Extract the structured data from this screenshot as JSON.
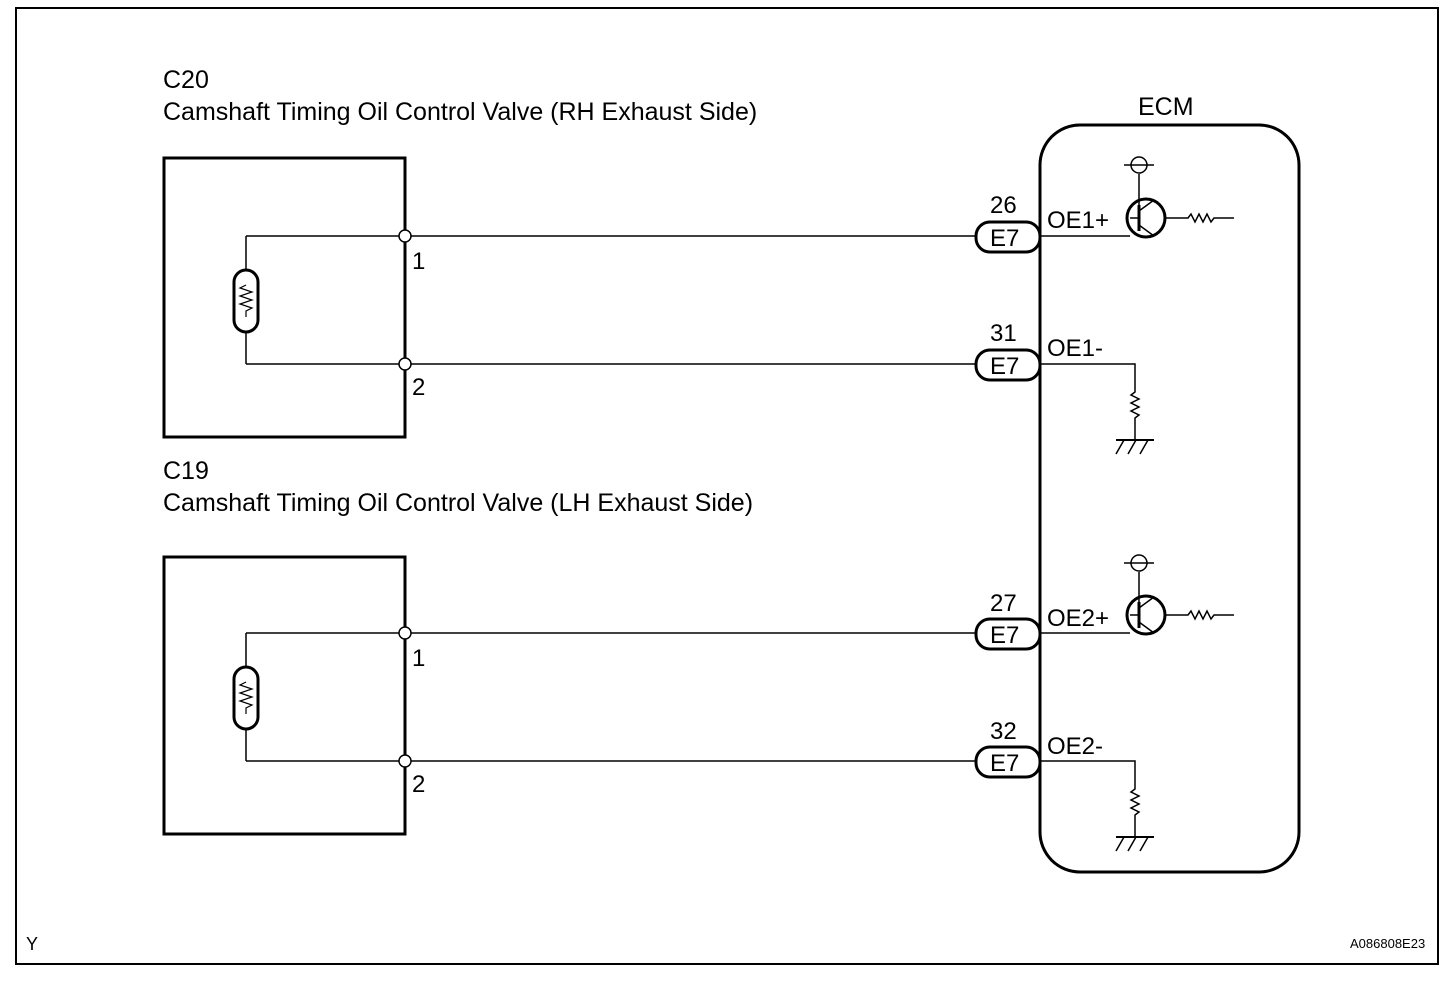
{
  "components": {
    "c20": {
      "code": "C20",
      "name": "Camshaft Timing Oil Control Valve (RH Exhaust Side)",
      "pin1": "1",
      "pin2": "2"
    },
    "c19": {
      "code": "C19",
      "name": "Camshaft Timing Oil Control Valve (LH Exhaust Side)",
      "pin1": "1",
      "pin2": "2"
    }
  },
  "ecm": {
    "title": "ECM",
    "terminals": [
      {
        "number": "26",
        "connector": "E7",
        "signal": "OE1+"
      },
      {
        "number": "31",
        "connector": "E7",
        "signal": "OE1-"
      },
      {
        "number": "27",
        "connector": "E7",
        "signal": "OE2+"
      },
      {
        "number": "32",
        "connector": "E7",
        "signal": "OE2-"
      }
    ]
  },
  "footer": {
    "corner_mark": "Y",
    "figure_id": "A086808E23"
  }
}
